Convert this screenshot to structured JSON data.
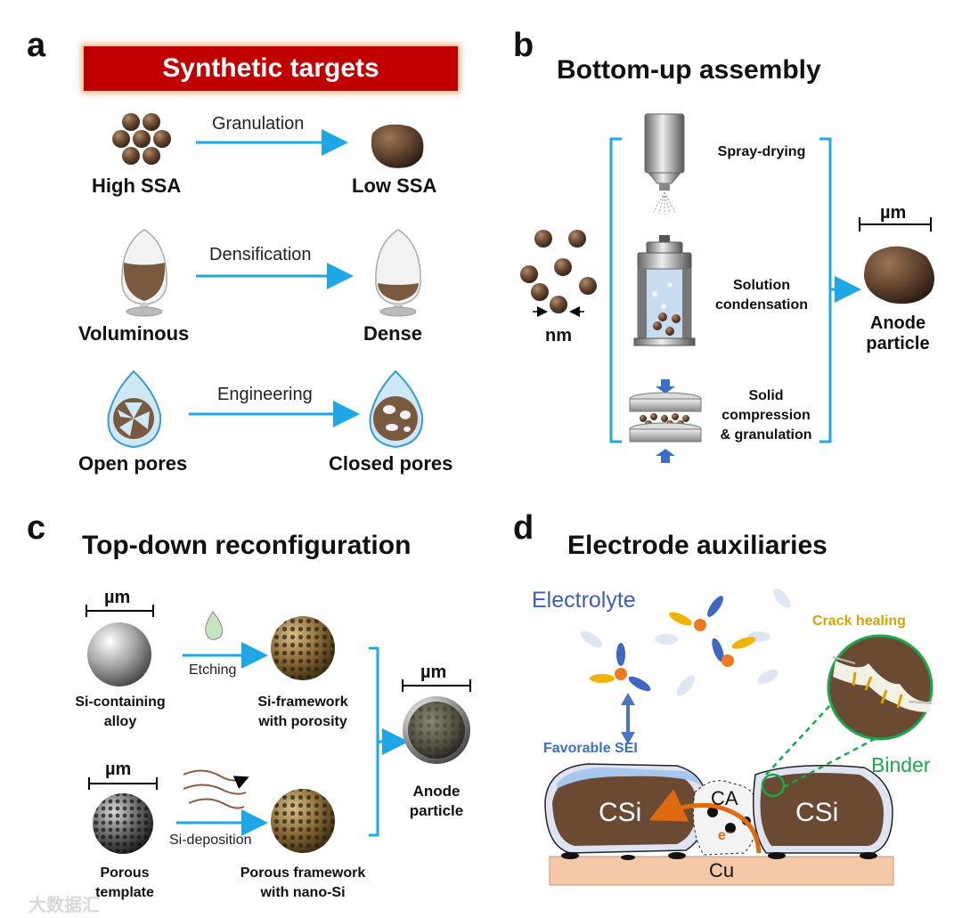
{
  "panels": {
    "a": {
      "letter": "a",
      "banner": "Synthetic targets",
      "rows": [
        {
          "left": "High SSA",
          "arrow": "Granulation",
          "right": "Low SSA"
        },
        {
          "left": "Voluminous",
          "arrow": "Densification",
          "right": "Dense"
        },
        {
          "left": "Open pores",
          "arrow": "Engineering",
          "right": "Closed pores"
        }
      ]
    },
    "b": {
      "letter": "b",
      "title": "Bottom-up assembly",
      "nm_label": "nm",
      "um_label": "µm",
      "methods": [
        "Spray-drying",
        "Solution\ncondensation",
        "Solid\ncompression\n& granulation"
      ],
      "product": "Anode\nparticle"
    },
    "c": {
      "letter": "c",
      "title": "Top-down reconfiguration",
      "um_label_1": "µm",
      "um_label_2": "µm",
      "um_label_3": "µm",
      "etching": "Etching",
      "si_deposition": "Si-deposition",
      "alloy": "Si-containing\nalloy",
      "framework": "Si-framework\nwith porosity",
      "template": "Porous\ntemplate",
      "nano": "Porous framework\nwith nano-Si",
      "product": "Anode\nparticle"
    },
    "d": {
      "letter": "d",
      "title": "Electrode auxiliaries",
      "electrolyte": "Electrolyte",
      "sei": "Favorable SEI",
      "crack": "Crack healing",
      "binder": "Binder",
      "csi_left": "CSi",
      "csi_right": "CSi",
      "ca": "CA",
      "electron": "e⁻",
      "cu": "Cu"
    }
  },
  "colors": {
    "arrow": "#1ea7e6",
    "particle": "#6b4a33",
    "banner": "#c00000",
    "blue_text": "#3c5fb0",
    "sei_text": "#3c6fc0",
    "crack_text": "#d8a000",
    "binder": "#1aa84a",
    "electron": "#e06a10",
    "cu": "#f5c9a8"
  },
  "watermark": "大数据汇"
}
